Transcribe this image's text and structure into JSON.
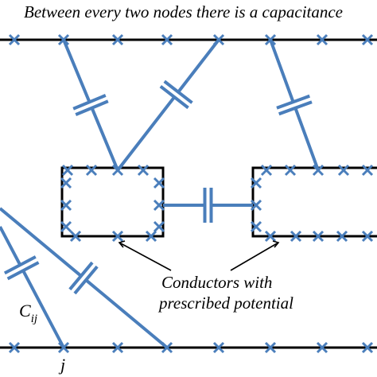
{
  "caption": "Between every two nodes there is a capacitance",
  "conductors_label": {
    "line1": "Conductors with",
    "line2": "prescribed potential"
  },
  "capacitance_label": "C",
  "capacitance_subscript": "ij",
  "node_label": "j",
  "colors": {
    "capacitor": "#4a7ebb",
    "conductor": "#000000",
    "background": "#ffffff"
  },
  "icons": {
    "node": "x-mark-icon",
    "capacitor": "parallel-plate-capacitor-icon"
  }
}
